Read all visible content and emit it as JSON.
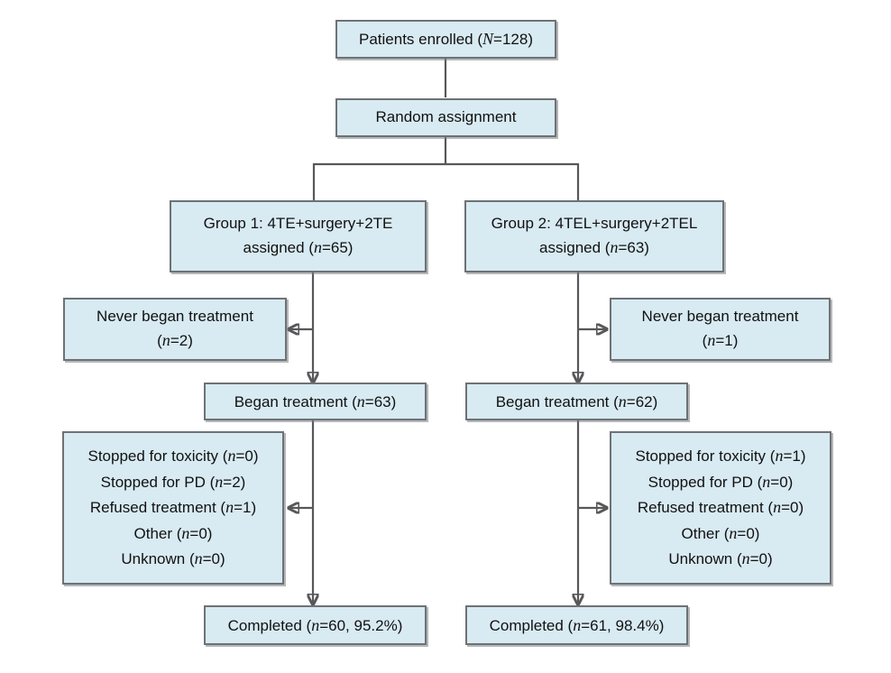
{
  "diagram": {
    "type": "flowchart",
    "title": "CONSORT patient flow diagram",
    "colors": {
      "node_fill": "#d8eaf2",
      "node_border": "#6e7275",
      "edge": "#58585a",
      "background": "#ffffff",
      "text": "#111111"
    },
    "nodes": {
      "enrolled": {
        "lines": [
          "Patients enrolled (",
          "N",
          "=128)"
        ],
        "prefix": "Patients enrolled (",
        "var": "N",
        "suffix": "=128)"
      },
      "random_assignment": {
        "text": "Random assignment"
      },
      "group1": {
        "line1": "Group 1: 4TE+surgery+2TE",
        "line2_prefix": "assigned (",
        "line2_var": "n",
        "line2_suffix": "=65)"
      },
      "group2": {
        "line1": "Group 2: 4TEL+surgery+2TEL",
        "line2_prefix": "assigned (",
        "line2_var": "n",
        "line2_suffix": "=63)"
      },
      "never_began_left": {
        "line1": "Never began treatment",
        "line2_prefix": "(",
        "line2_var": "n",
        "line2_suffix": "=2)"
      },
      "never_began_right": {
        "line1": "Never began treatment",
        "line2_prefix": "(",
        "line2_var": "n",
        "line2_suffix": "=1)"
      },
      "began_left": {
        "prefix": "Began treatment (",
        "var": "n",
        "suffix": "=63)"
      },
      "began_right": {
        "prefix": "Began treatment (",
        "var": "n",
        "suffix": "=62)"
      },
      "discontinued_left": {
        "rows": [
          {
            "prefix": "Stopped for toxicity (",
            "var": "n",
            "suffix": "=0)"
          },
          {
            "prefix": "Stopped for PD (",
            "var": "n",
            "suffix": "=2)"
          },
          {
            "prefix": "Refused treatment (",
            "var": "n",
            "suffix": "=1)"
          },
          {
            "prefix": "Other (",
            "var": "n",
            "suffix": "=0)"
          },
          {
            "prefix": "Unknown (",
            "var": "n",
            "suffix": "=0)"
          }
        ]
      },
      "discontinued_right": {
        "rows": [
          {
            "prefix": "Stopped for toxicity (",
            "var": "n",
            "suffix": "=1)"
          },
          {
            "prefix": "Stopped for PD (",
            "var": "n",
            "suffix": "=0)"
          },
          {
            "prefix": "Refused treatment (",
            "var": "n",
            "suffix": "=0)"
          },
          {
            "prefix": "Other (",
            "var": "n",
            "suffix": "=0)"
          },
          {
            "prefix": "Unknown (",
            "var": "n",
            "suffix": "=0)"
          }
        ]
      },
      "completed_left": {
        "prefix": "Completed (",
        "var": "n",
        "suffix": "=60, 95.2%)"
      },
      "completed_right": {
        "prefix": "Completed (",
        "var": "n",
        "suffix": "=61, 98.4%)"
      }
    }
  }
}
